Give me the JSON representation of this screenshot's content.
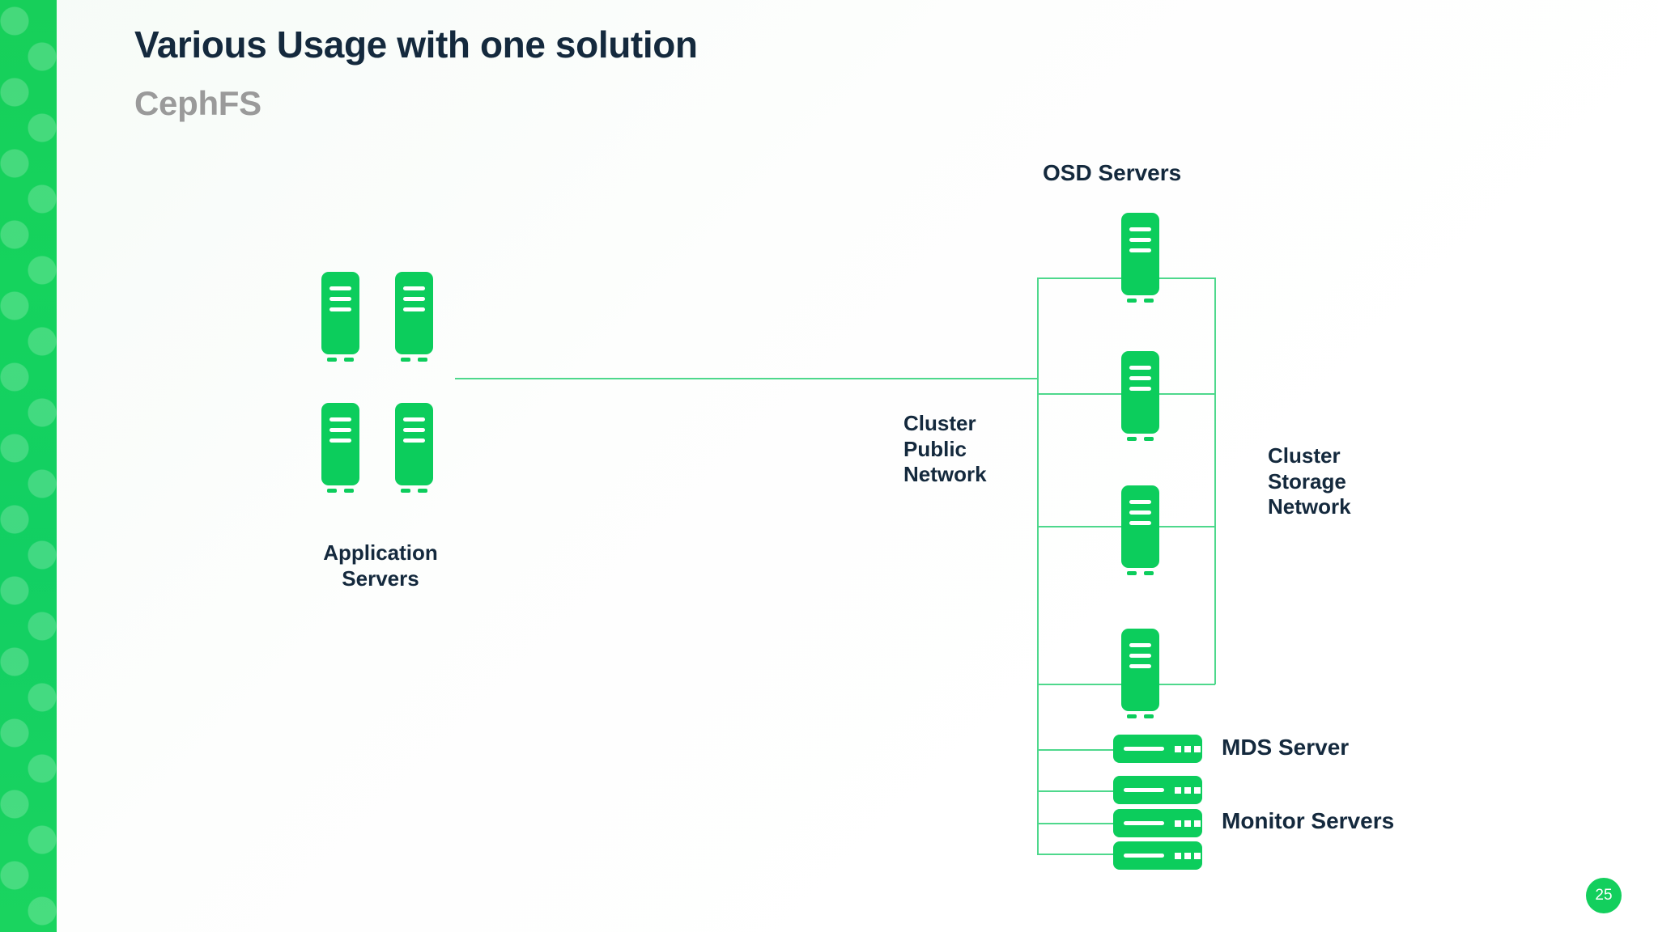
{
  "slide": {
    "title": "Various Usage with one solution",
    "subtitle": "CephFS",
    "page_number": "25",
    "accent_green": "#0ccd5c",
    "line_green": "#4ed88c",
    "heading_navy": "#14293d",
    "subtitle_gray": "#9a9a9a"
  },
  "diagram": {
    "labels": {
      "osd_servers": "OSD Servers",
      "application_servers": "Application\nServers",
      "cluster_public_network": "Cluster\nPublic\nNetwork",
      "cluster_storage_network": "Cluster\nStorage\nNetwork",
      "mds_server": "MDS Server",
      "monitor_servers": "Monitor Servers"
    },
    "application_servers": [
      {
        "id": "app-server-1"
      },
      {
        "id": "app-server-2"
      },
      {
        "id": "app-server-3"
      },
      {
        "id": "app-server-4"
      }
    ],
    "osd_servers": [
      {
        "id": "osd-server-1"
      },
      {
        "id": "osd-server-2"
      },
      {
        "id": "osd-server-3"
      },
      {
        "id": "osd-server-4"
      }
    ],
    "rack_servers": [
      {
        "id": "mds-server-1",
        "role": "MDS Server"
      },
      {
        "id": "monitor-server-1",
        "role": "Monitor Server"
      },
      {
        "id": "monitor-server-2",
        "role": "Monitor Server"
      },
      {
        "id": "monitor-server-3",
        "role": "Monitor Server"
      }
    ]
  }
}
